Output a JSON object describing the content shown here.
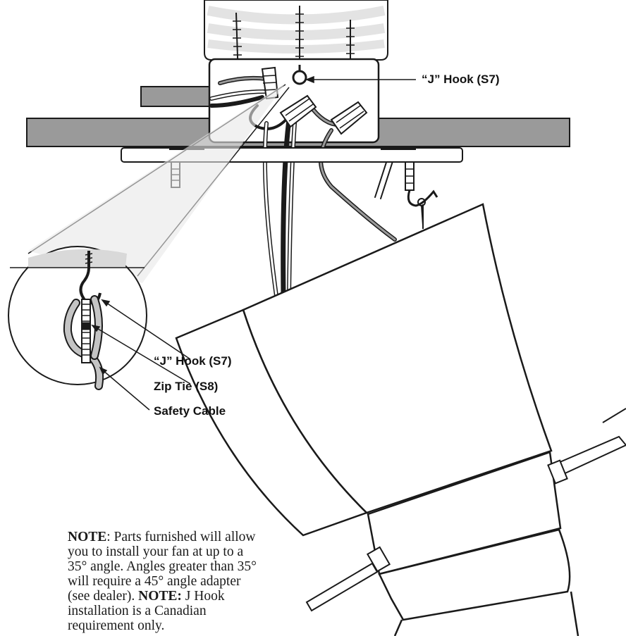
{
  "callouts": {
    "j_hook_top": "“J” Hook (S7)",
    "j_hook_detail": "“J” Hook (S7)",
    "zip_tie": "Zip Tie (S8)",
    "safety_cable": "Safety Cable"
  },
  "note": {
    "label_1": "NOTE",
    "text_1": ": Parts furnished will allow you to install your fan at up to a 35° angle.  Angles greater than 35° will require a 45° angle adapter (see dealer). ",
    "label_2": "NOTE:",
    "text_2": " J Hook installation is a Canadian requirement only."
  },
  "colors": {
    "line": "#1a1a1a",
    "beam": "#9a9a9a",
    "housing": "#dcdcdc",
    "detail_fill": "#c4c4c4"
  }
}
